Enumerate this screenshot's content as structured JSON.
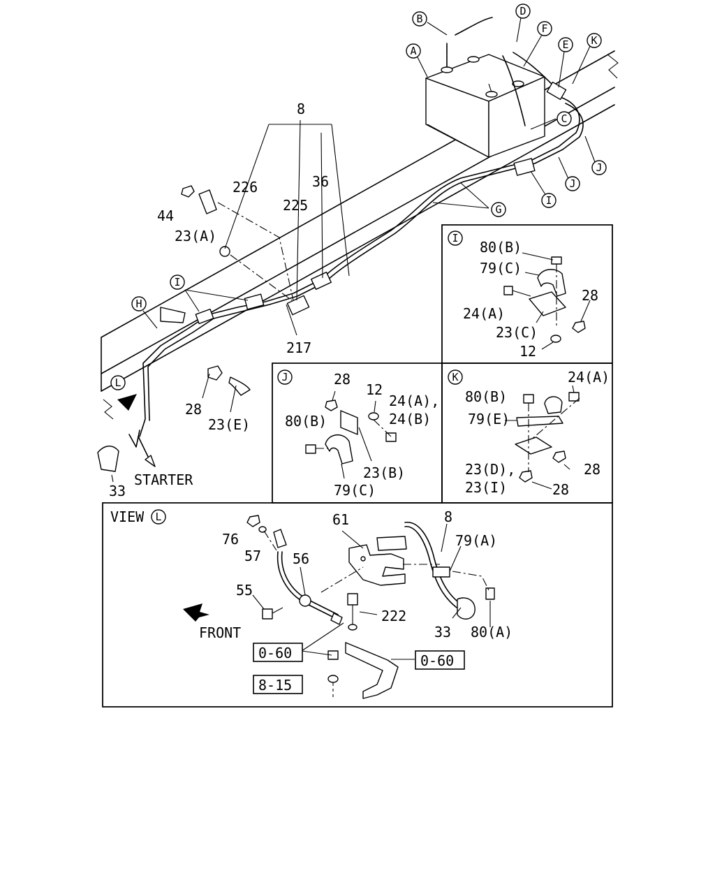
{
  "main_labels": {
    "n8": "8",
    "n226": "226",
    "n36": "36",
    "n225": "225",
    "n44": "44",
    "n23a": "23(A)",
    "n217": "217",
    "n28": "28",
    "n23e": "23(E)",
    "n33": "33",
    "starter": "STARTER"
  },
  "callouts": {
    "A": "A",
    "B": "B",
    "C": "C",
    "D": "D",
    "E": "E",
    "F": "F",
    "G": "G",
    "H": "H",
    "I": "I",
    "J": "J",
    "K": "K",
    "L": "L"
  },
  "detail_i": {
    "letter": "I",
    "labels": {
      "80b": "80(B)",
      "79c": "79(C)",
      "24a": "24(A)",
      "28": "28",
      "23c": "23(C)",
      "12": "12"
    }
  },
  "detail_j": {
    "letter": "J",
    "labels": {
      "28": "28",
      "12": "12",
      "24a": "24(A),",
      "24b": "24(B)",
      "80b": "80(B)",
      "23b": "23(B)",
      "79c": "79(C)"
    }
  },
  "detail_k": {
    "letter": "K",
    "labels": {
      "24a": "24(A)",
      "80b": "80(B)",
      "79e": "79(E)",
      "23d": "23(D),",
      "23i": "23(I)",
      "28a": "28",
      "28b": "28"
    }
  },
  "view_l": {
    "title": "VIEW",
    "letter": "L",
    "labels": {
      "61": "61",
      "8": "8",
      "79a": "79(A)",
      "76": "76",
      "57": "57",
      "56": "56",
      "55": "55",
      "222": "222",
      "33": "33",
      "80a": "80(A)",
      "front": "FRONT"
    },
    "refs": {
      "r1": "0-60",
      "r2": "8-15",
      "r3": "0-60"
    }
  }
}
